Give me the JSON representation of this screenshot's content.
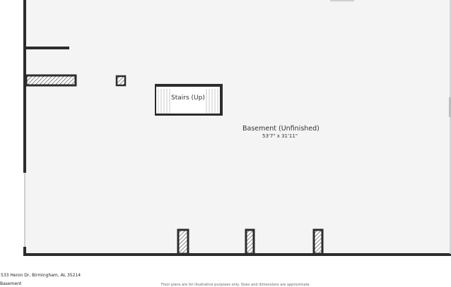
{
  "room": {
    "name": "Basement (Unfinished)",
    "dimensions": "53'7\" x 31'11\""
  },
  "stairs": {
    "label": "Stairs (Up)"
  },
  "footer": {
    "address": "533 Heron Dr, Birmingham, AL 35214",
    "floor_name": "Basement",
    "disclaimer": "Floor plans are for illustrative purposes only. Sizes and dimensions are approximate."
  },
  "colors": {
    "floor": "#f4f4f4",
    "wall": "#2c2c2c",
    "hatch": "#555555",
    "text": "#333333"
  }
}
